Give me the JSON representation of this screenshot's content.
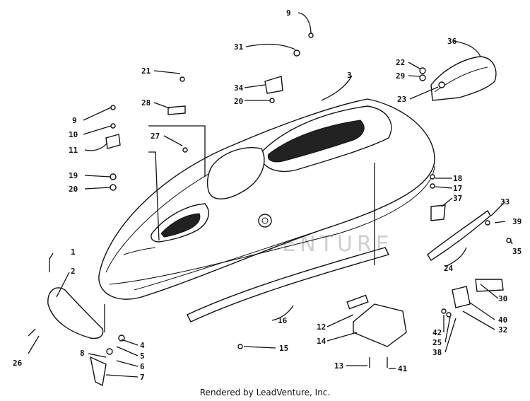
{
  "watermark": "LEADVENTURE",
  "footer": "Rendered by LeadVenture, Inc.",
  "callouts": [
    "1",
    "2",
    "3",
    "4",
    "5",
    "6",
    "7",
    "8",
    "9",
    "9",
    "10",
    "11",
    "12",
    "13",
    "14",
    "15",
    "16",
    "17",
    "18",
    "19",
    "20",
    "20",
    "21",
    "22",
    "23",
    "24",
    "25",
    "26",
    "27",
    "28",
    "29",
    "30",
    "31",
    "32",
    "33",
    "34",
    "35",
    "36",
    "37",
    "38",
    "39",
    "40",
    "41",
    "42"
  ]
}
